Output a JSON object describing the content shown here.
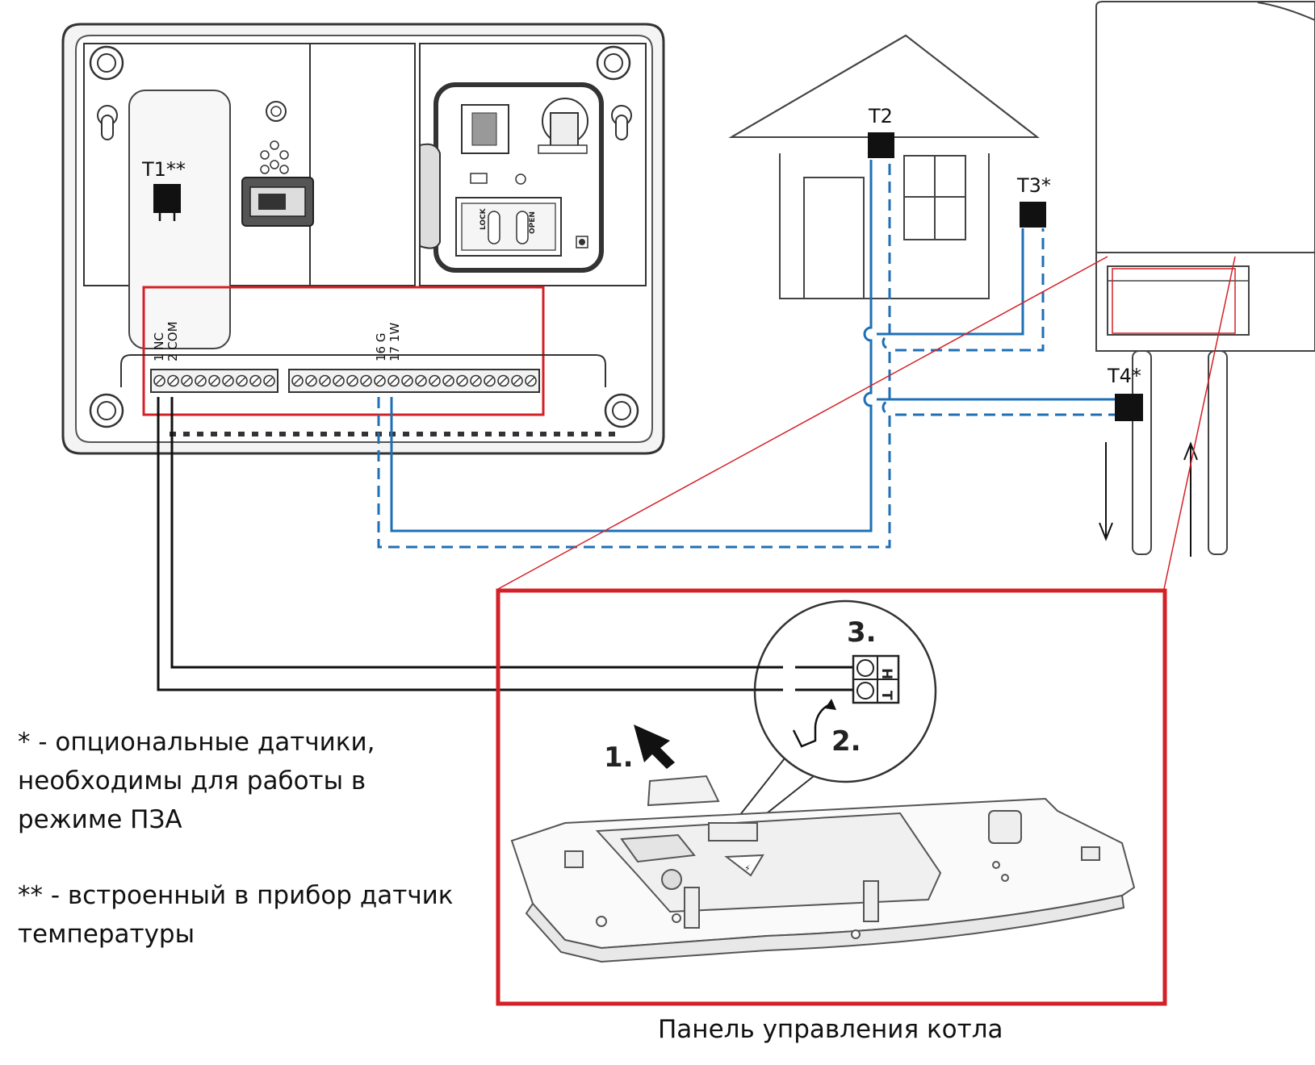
{
  "sensors": {
    "t1": "T1**",
    "t2": "T2",
    "t3": "T3*",
    "t4": "T4*"
  },
  "terminals": {
    "nc": "1 NC",
    "com": "2 COM",
    "g": "16 G",
    "w": "17 1W"
  },
  "sim_tray": {
    "lock": "LOCK",
    "open": "OPEN"
  },
  "steps": {
    "one": "1.",
    "two": "2.",
    "three": "3."
  },
  "connector": {
    "h_label": "H",
    "t_label": "T"
  },
  "notes": {
    "optional_line1": "* - опциональные датчики,",
    "optional_line2": "необходимы для работы в",
    "optional_line3": "режиме ПЗА",
    "builtin_line1": "** - встроенный в прибор датчик",
    "builtin_line2": "температуры"
  },
  "caption": "Панель управления котла",
  "colors": {
    "wire_blue": "#1f6fb5",
    "wire_black": "#111111",
    "highlight_red": "#d42027",
    "outline": "#333333"
  }
}
